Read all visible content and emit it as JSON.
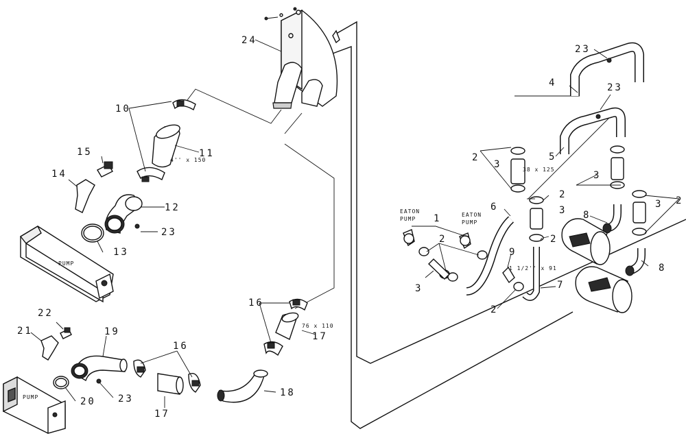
{
  "labels": {
    "l1": "1",
    "l2": "2",
    "l3": "3",
    "l4": "4",
    "l5": "5",
    "l6": "6",
    "l7": "7",
    "l8": "8",
    "l9": "9",
    "l10": "10",
    "l11": "11",
    "l12": "12",
    "l13": "13",
    "l14": "14",
    "l15": "15",
    "l16": "16",
    "l17": "17",
    "l18": "18",
    "l19": "19",
    "l20": "20",
    "l21": "21",
    "l22": "22",
    "l23": "23",
    "l24": "24"
  },
  "text": {
    "pump": "PUMP",
    "eaton": "EATON",
    "size_11": "4'' x 150",
    "size_17": "76 x 110",
    "size_3": "38 x 125",
    "size_9": "1 1/2'' x 91"
  }
}
